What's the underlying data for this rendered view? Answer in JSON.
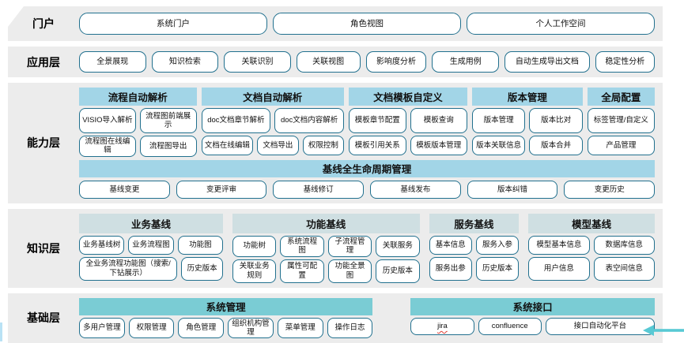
{
  "colors": {
    "band_bg": "#ececec",
    "header_blue": "#a2d5e7",
    "header_pale": "#cfdfe2",
    "header_teal": "#7accd4",
    "button_border": "#21708e",
    "button_bg": "#ffffff",
    "jira_underline": "#e03e36",
    "arrow_accent": "#58c9d4"
  },
  "layers": [
    {
      "id": "portal",
      "label": "门户",
      "buttons": [
        "系统门户",
        "角色视图",
        "个人工作空间"
      ]
    },
    {
      "id": "application",
      "label": "应用层",
      "buttons": [
        "全景展现",
        "知识检索",
        "关联识别",
        "关联视图",
        "影响度分析",
        "生成用例",
        "自动生成导出文档",
        "稳定性分析"
      ]
    },
    {
      "id": "capability",
      "label": "能力层",
      "columns": [
        {
          "header": "流程自动解析",
          "rows": [
            [
              "VISIO导入解析",
              "流程图前端展示"
            ],
            [
              "流程图在线编辑",
              "流程图导出"
            ]
          ]
        },
        {
          "header": "文档自动解析",
          "rows": [
            [
              "doc文档章节解析",
              "doc文档内容解析"
            ],
            [
              "文档在线编辑",
              "文档导出",
              "权限控制"
            ]
          ]
        },
        {
          "header": "文档模板自定义",
          "rows": [
            [
              "模板章节配置",
              "模板查询"
            ],
            [
              "模板引用关系",
              "模板版本管理"
            ]
          ]
        },
        {
          "header": "版本管理",
          "rows": [
            [
              "版本管理",
              "版本比对"
            ],
            [
              "版本关联信息",
              "版本合并"
            ]
          ]
        },
        {
          "header": "全局配置",
          "rows": [
            [
              "标签管理/自定义"
            ],
            [
              "产品管理"
            ]
          ]
        }
      ],
      "baseline": {
        "header": "基线全生命周期管理",
        "buttons": [
          "基线变更",
          "变更评审",
          "基线修订",
          "基线发布",
          "版本纠错",
          "变更历史"
        ]
      }
    },
    {
      "id": "knowledge",
      "label": "知识层",
      "columns": [
        {
          "header": "业务基线",
          "rows": [
            [
              "业务基线树",
              "业务流程图",
              "功能图"
            ],
            [
              "全业务流程功能图（搜索/下钻展示）",
              "历史版本"
            ]
          ]
        },
        {
          "header": "功能基线",
          "rows": [
            [
              "功能树",
              "系统流程图",
              "子流程管理",
              "关联服务"
            ],
            [
              "关联业务规则",
              "属性可配置",
              "功能全景图",
              "历史版本"
            ]
          ]
        },
        {
          "header": "服务基线",
          "rows": [
            [
              "基本信息",
              "服务入参"
            ],
            [
              "服务出参",
              "历史版本"
            ]
          ]
        },
        {
          "header": "模型基线",
          "rows": [
            [
              "模型基本信息",
              "数据库信息"
            ],
            [
              "用户信息",
              "表空间信息"
            ]
          ]
        }
      ]
    },
    {
      "id": "foundation",
      "label": "基础层",
      "columns": [
        {
          "header": "系统管理",
          "rows": [
            [
              "多用户管理",
              "权限管理",
              "角色管理",
              "组织机构管理",
              "菜单管理",
              "操作日志"
            ]
          ]
        },
        {
          "header": "系统接口",
          "rows": [
            [
              "jira",
              "confluence",
              "接口自动化平台"
            ]
          ]
        }
      ]
    }
  ],
  "misspelled_terms": [
    "jira"
  ]
}
